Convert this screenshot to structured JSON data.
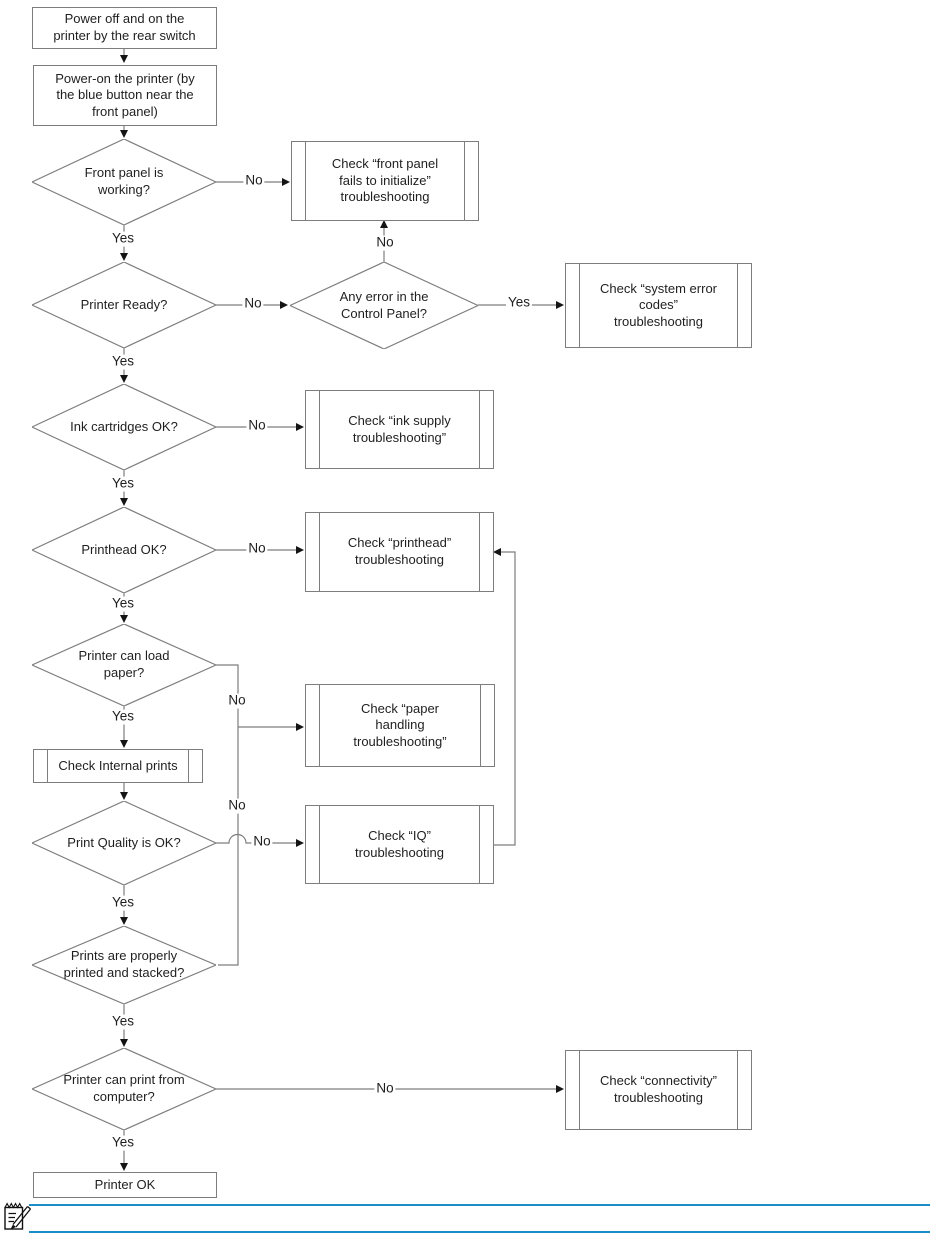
{
  "page": {
    "background": "#ffffff",
    "line_color": "#7d7d7d",
    "arrow_color": "#141414",
    "text_color": "#1f1f1f",
    "accent_blue": "#1b8dc7"
  },
  "nodes": {
    "power_cycle": {
      "type": "process",
      "label": "Power off and on the\nprinter by the rear switch"
    },
    "power_on": {
      "type": "process",
      "label": "Power-on the printer (by\nthe blue button near the\nfront panel)"
    },
    "front_panel_working": {
      "type": "decision",
      "label": "Front panel is\nworking?"
    },
    "check_front_panel": {
      "type": "subroutine",
      "label": "Check “front panel\nfails to initialize”\ntroubleshooting"
    },
    "printer_ready": {
      "type": "decision",
      "label": "Printer Ready?"
    },
    "any_error_control_panel": {
      "type": "decision",
      "label": "Any error in the\nControl Panel?"
    },
    "check_system_error_codes": {
      "type": "subroutine",
      "label": "Check “system error\ncodes”\ntroubleshooting"
    },
    "ink_cartridges_ok": {
      "type": "decision",
      "label": "Ink cartridges OK?"
    },
    "check_ink_supply": {
      "type": "subroutine",
      "label": "Check “ink supply\ntroubleshooting”"
    },
    "printhead_ok": {
      "type": "decision",
      "label": "Printhead OK?"
    },
    "check_printhead": {
      "type": "subroutine",
      "label": "Check “printhead”\ntroubleshooting"
    },
    "printer_can_load_paper": {
      "type": "decision",
      "label": "Printer can load\npaper?"
    },
    "check_paper_handling": {
      "type": "subroutine",
      "label": "Check “paper\nhandling\ntroubleshooting”"
    },
    "check_internal_prints": {
      "type": "subroutine",
      "label": "Check Internal prints"
    },
    "print_quality_ok": {
      "type": "decision",
      "label": "Print Quality is OK?"
    },
    "check_iq": {
      "type": "subroutine",
      "label": "Check “IQ”\ntroubleshooting"
    },
    "prints_properly_stacked": {
      "type": "decision",
      "label": "Prints are properly\nprinted and stacked?"
    },
    "printer_can_print_from_computer": {
      "type": "decision",
      "label": "Printer can print from\ncomputer?"
    },
    "check_connectivity": {
      "type": "subroutine",
      "label": "Check “connectivity”\ntroubleshooting"
    },
    "printer_ok": {
      "type": "process",
      "label": "Printer OK"
    }
  },
  "edges": [
    {
      "from": "power_cycle",
      "to": "power_on",
      "label": ""
    },
    {
      "from": "power_on",
      "to": "front_panel_working",
      "label": ""
    },
    {
      "from": "front_panel_working",
      "to": "check_front_panel",
      "label": "No"
    },
    {
      "from": "front_panel_working",
      "to": "printer_ready",
      "label": "Yes"
    },
    {
      "from": "printer_ready",
      "to": "any_error_control_panel",
      "label": "No"
    },
    {
      "from": "any_error_control_panel",
      "to": "check_front_panel",
      "label": "No"
    },
    {
      "from": "any_error_control_panel",
      "to": "check_system_error_codes",
      "label": "Yes"
    },
    {
      "from": "printer_ready",
      "to": "ink_cartridges_ok",
      "label": "Yes"
    },
    {
      "from": "ink_cartridges_ok",
      "to": "check_ink_supply",
      "label": "No"
    },
    {
      "from": "ink_cartridges_ok",
      "to": "printhead_ok",
      "label": "Yes"
    },
    {
      "from": "printhead_ok",
      "to": "check_printhead",
      "label": "No"
    },
    {
      "from": "printhead_ok",
      "to": "printer_can_load_paper",
      "label": "Yes"
    },
    {
      "from": "printer_can_load_paper",
      "to": "check_paper_handling",
      "label": "No"
    },
    {
      "from": "printer_can_load_paper",
      "to": "check_internal_prints",
      "label": "Yes"
    },
    {
      "from": "check_internal_prints",
      "to": "print_quality_ok",
      "label": ""
    },
    {
      "from": "print_quality_ok",
      "to": "check_iq",
      "label": "No"
    },
    {
      "from": "print_quality_ok",
      "to": "prints_properly_stacked",
      "label": "Yes"
    },
    {
      "from": "prints_properly_stacked",
      "to": "check_paper_handling",
      "label": "No"
    },
    {
      "from": "prints_properly_stacked",
      "to": "printer_can_print_from_computer",
      "label": "Yes"
    },
    {
      "from": "printer_can_print_from_computer",
      "to": "check_connectivity",
      "label": "No"
    },
    {
      "from": "printer_can_print_from_computer",
      "to": "printer_ok",
      "label": "Yes"
    },
    {
      "from": "check_iq",
      "to": "check_printhead",
      "label": ""
    }
  ]
}
